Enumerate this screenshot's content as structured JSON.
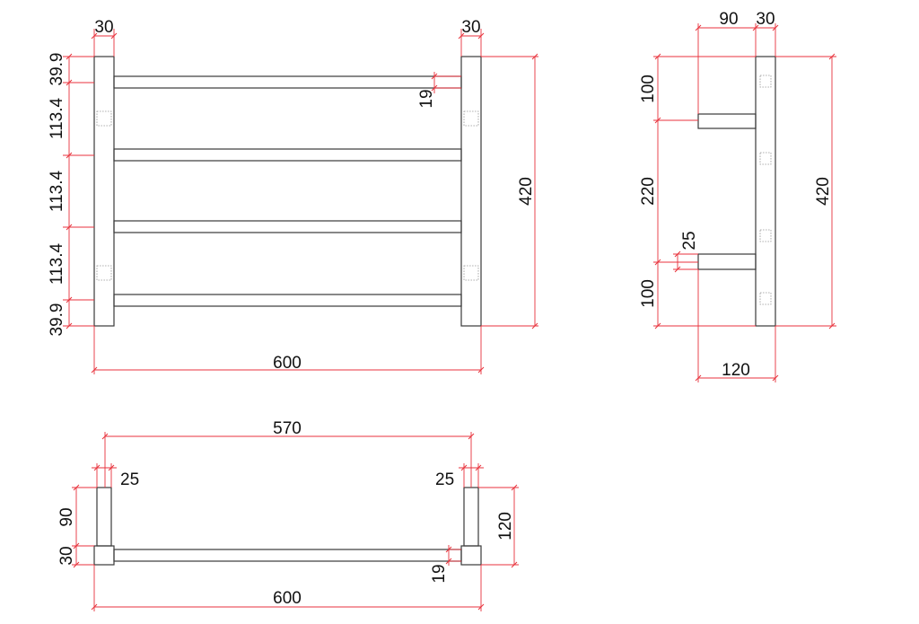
{
  "colors": {
    "outline": "#3a3a3a",
    "dimension": "#e8323c",
    "text": "#111111",
    "fixing": "#9a9a9a"
  },
  "front_view": {
    "post_width_left": "30",
    "post_width_right": "30",
    "top_gap": "39.9",
    "spacing_1": "113.4",
    "spacing_2": "113.4",
    "spacing_3": "113.4",
    "bottom_gap": "39.9",
    "bar_size": "19",
    "height": "420",
    "width": "600"
  },
  "side_view": {
    "projection": "90",
    "post_width": "30",
    "top_offset": "100",
    "middle_spacing": "220",
    "bracket_size": "25",
    "bottom_offset": "100",
    "height": "420",
    "depth": "120"
  },
  "top_view": {
    "inner_width": "570",
    "bracket_left": "25",
    "bracket_right": "25",
    "projection": "90",
    "post_depth": "30",
    "depth": "120",
    "bar_size": "19",
    "width": "600"
  }
}
